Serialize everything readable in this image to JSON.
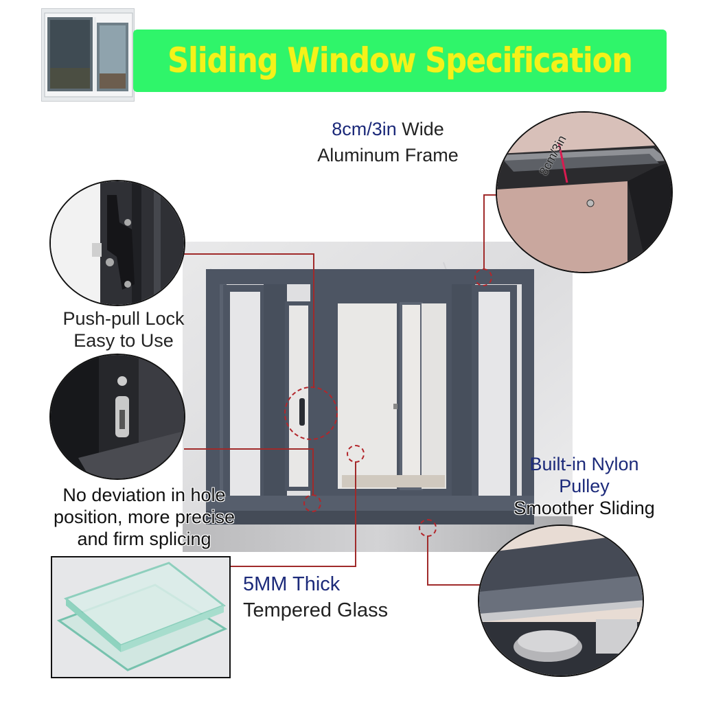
{
  "header": {
    "title": "Sliding Window Specification"
  },
  "callouts": {
    "frame": {
      "highlight": "8cm/3in",
      "rest": " Wide",
      "line2": "Aluminum Frame"
    },
    "frame_dim": "8cm/3in",
    "lock": {
      "line1": "Push-pull Lock",
      "line2": "Easy to Use"
    },
    "hole": {
      "line1": "No deviation in hole",
      "line2": "position, more precise",
      "line3": "and firm splicing"
    },
    "pulley": {
      "line1": "Built-in Nylon",
      "line2": "Pulley",
      "line3": "Smoother Sliding"
    },
    "glass": {
      "line1": "5MM Thick",
      "line2": "Tempered Glass"
    }
  },
  "colors": {
    "banner": "#2ff56a",
    "title": "#f4f21a",
    "frame": "#4a5260",
    "leader": "#a02a2a",
    "accent_text": "#1c2a7a"
  }
}
